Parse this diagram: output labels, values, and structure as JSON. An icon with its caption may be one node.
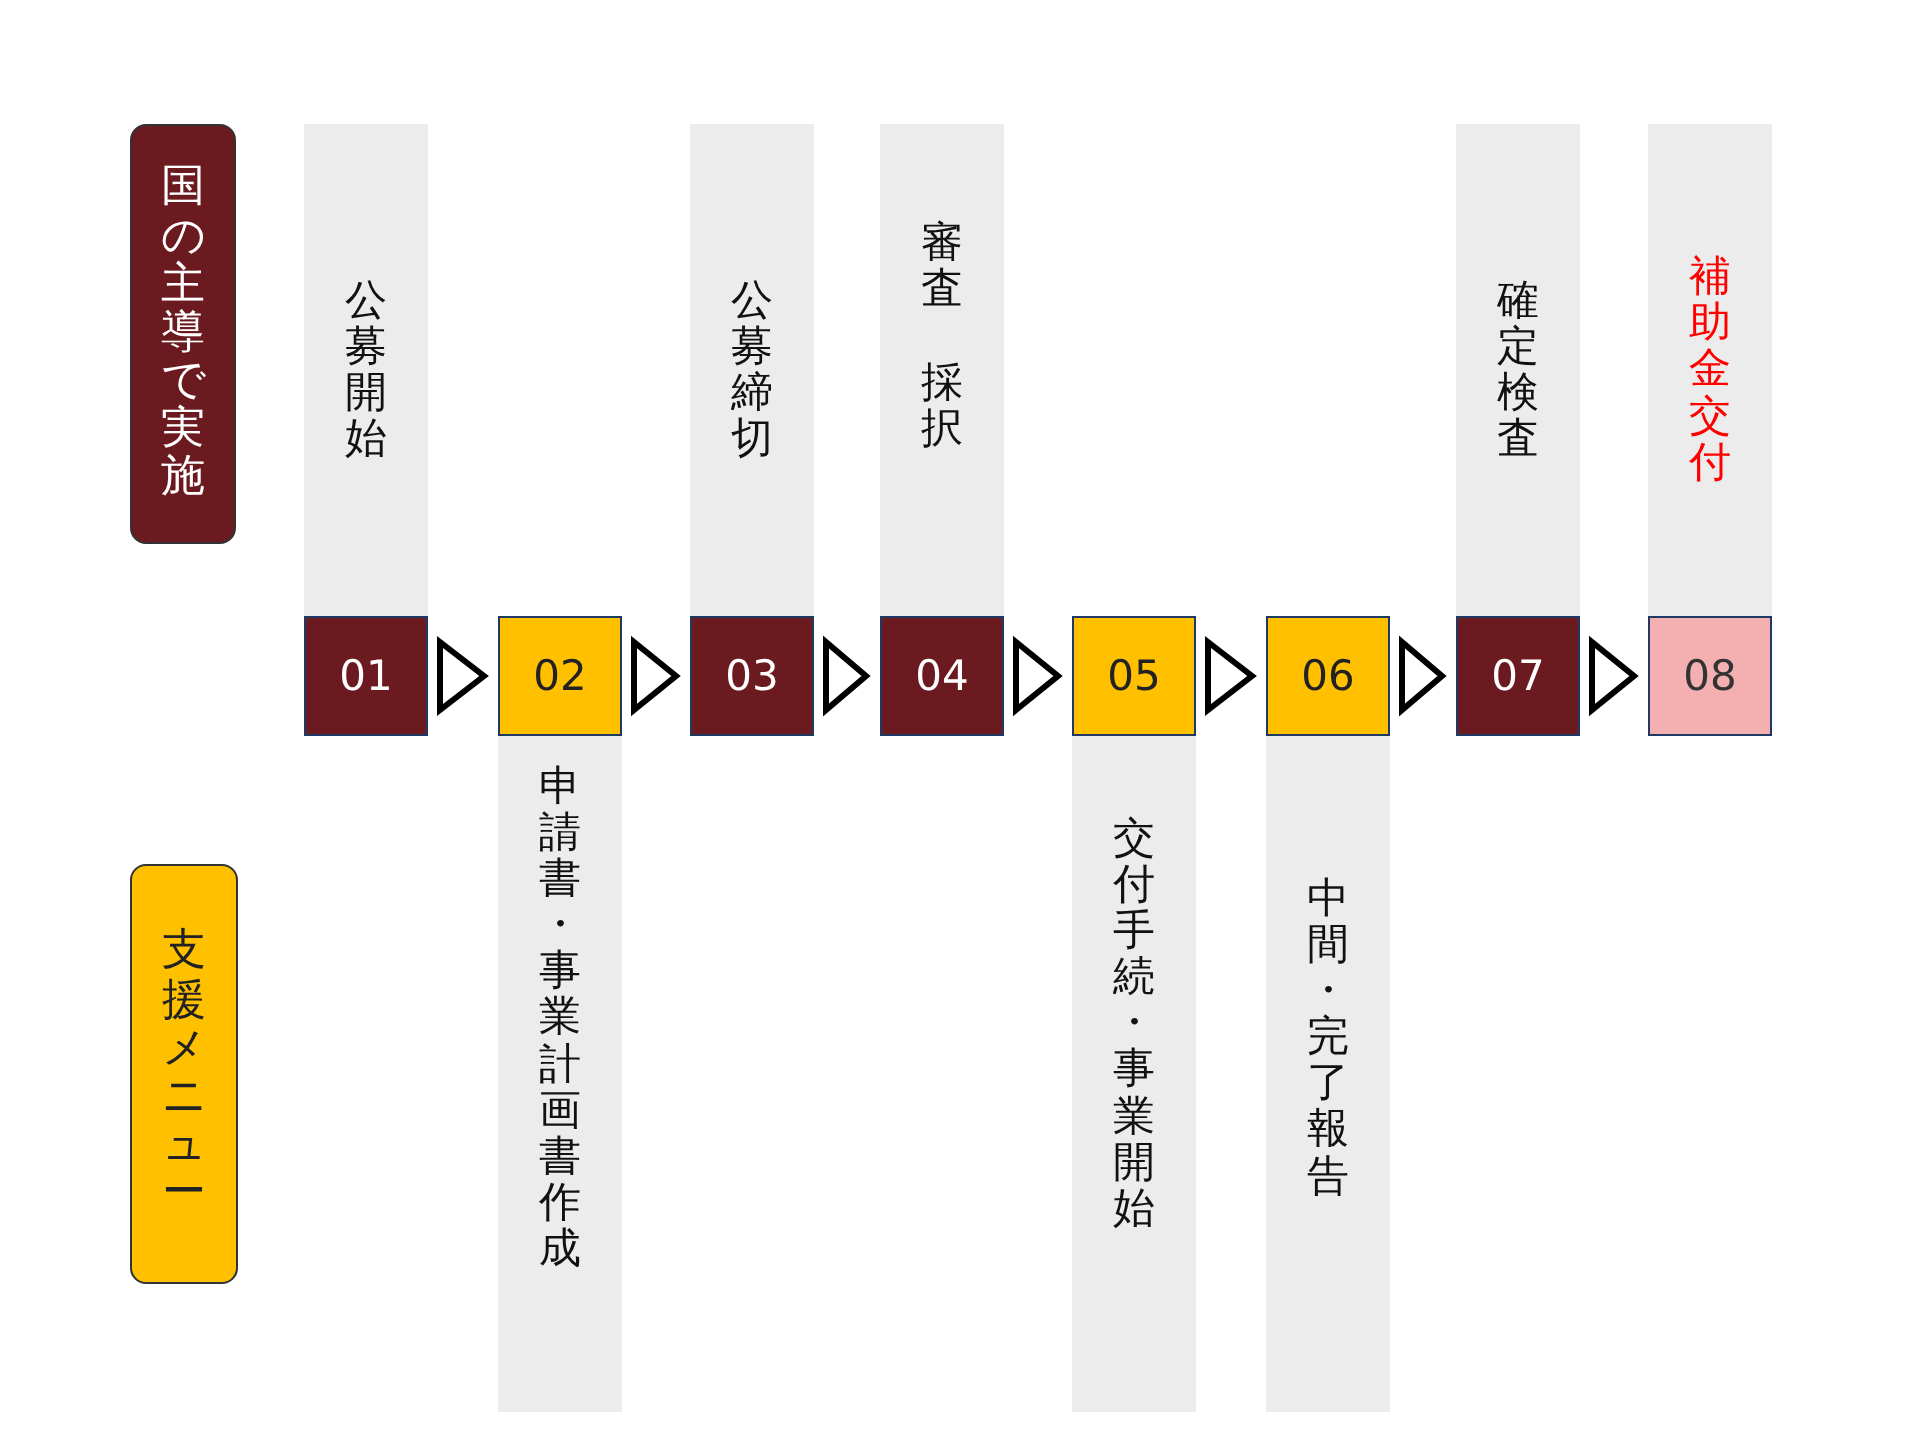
{
  "diagram": {
    "nodes": [
      {
        "text": [
          "国の主導で実施"
        ]
      },
      {
        "text": [
          "公募開始"
        ]
      },
      {
        "text": [
          "公募締切"
        ]
      },
      {
        "text": [
          "審査",
          "採択"
        ]
      },
      {
        "text": [
          "確定検査"
        ]
      },
      {
        "text": [
          "補助金交付"
        ]
      },
      {
        "text": [
          "01"
        ]
      },
      {
        "text": [
          "02"
        ]
      },
      {
        "text": [
          "03"
        ]
      },
      {
        "text": [
          "04"
        ]
      },
      {
        "text": [
          "05"
        ]
      },
      {
        "text": [
          "06"
        ]
      },
      {
        "text": [
          "07"
        ]
      },
      {
        "text": [
          "08"
        ]
      },
      {
        "text": [
          "支援メニュー"
        ]
      },
      {
        "text": [
          "申請書・事業計画書作成"
        ]
      },
      {
        "text": [
          "交付手続・事業開始"
        ]
      },
      {
        "text": [
          "中間・完了報告"
        ]
      }
    ],
    "edges": [
      {
        "from": 6,
        "to": 7,
        "arrow": "to"
      },
      {
        "from": 7,
        "to": 8,
        "arrow": "to"
      },
      {
        "from": 8,
        "to": 9,
        "arrow": "to"
      },
      {
        "from": 9,
        "to": 10,
        "arrow": "to"
      },
      {
        "from": 10,
        "to": 11,
        "arrow": "to"
      },
      {
        "from": 11,
        "to": 12,
        "arrow": "to"
      },
      {
        "from": 12,
        "to": 13,
        "arrow": "to"
      }
    ]
  }
}
